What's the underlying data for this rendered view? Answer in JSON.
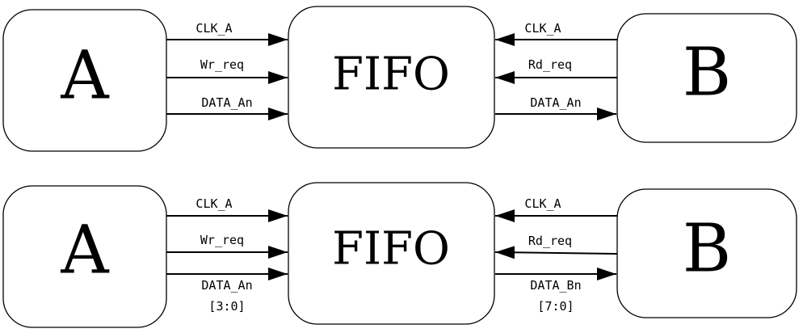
{
  "diagrams": [
    {
      "left_block": "A",
      "center_block": "FIFO",
      "right_block": "B",
      "left_signals": [
        {
          "label": "CLK_A",
          "sub": ""
        },
        {
          "label": "Wr_req",
          "sub": ""
        },
        {
          "label": "DATA_An",
          "sub": ""
        }
      ],
      "right_signals": [
        {
          "label": "CLK_A",
          "sub": "",
          "direction": "in"
        },
        {
          "label": "Rd_req",
          "sub": "",
          "direction": "in"
        },
        {
          "label": "DATA_An",
          "sub": "",
          "direction": "out"
        }
      ]
    },
    {
      "left_block": "A",
      "center_block": "FIFO",
      "right_block": "B",
      "left_signals": [
        {
          "label": "CLK_A",
          "sub": ""
        },
        {
          "label": "Wr_req",
          "sub": ""
        },
        {
          "label": "DATA_An",
          "sub": "[3:0]"
        }
      ],
      "right_signals": [
        {
          "label": "CLK_A",
          "sub": "",
          "direction": "in"
        },
        {
          "label": "Rd_req",
          "sub": "",
          "direction": "in"
        },
        {
          "label": "DATA_Bn",
          "sub": "[7:0]",
          "direction": "out"
        }
      ]
    }
  ]
}
